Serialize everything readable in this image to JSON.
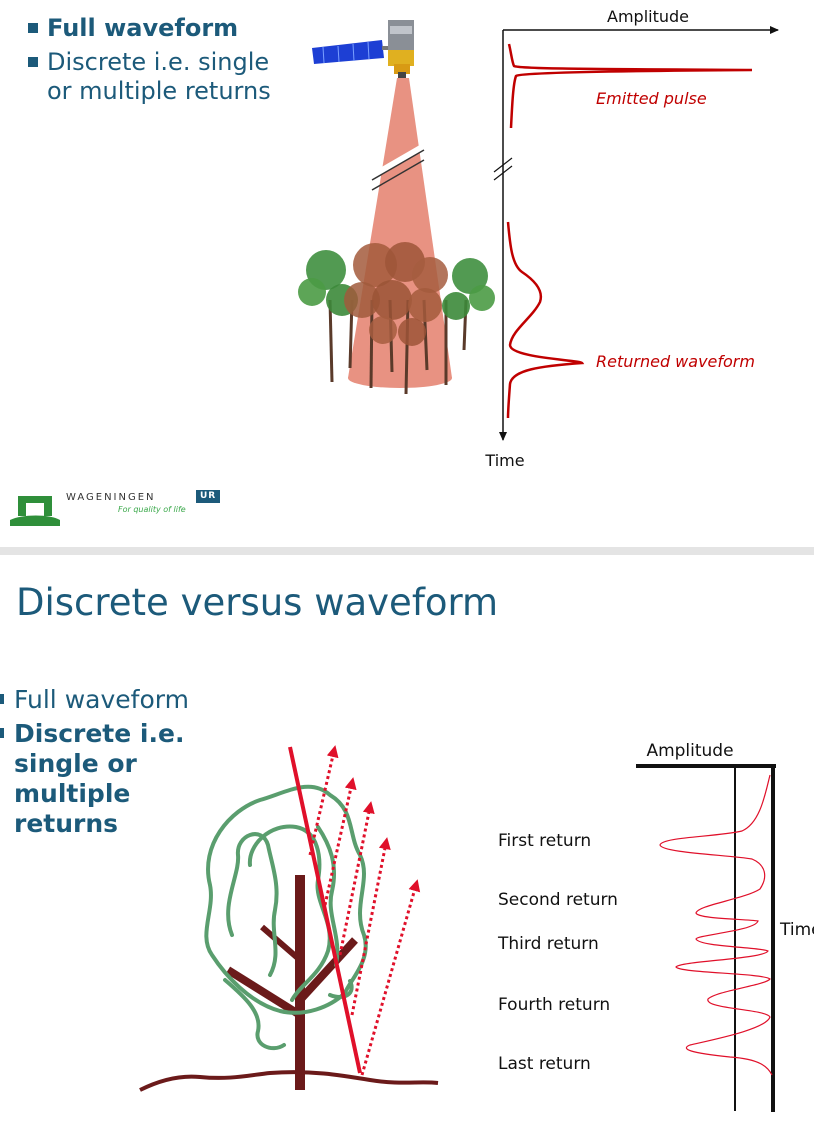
{
  "slide1": {
    "bullets": [
      "Full waveform",
      "Discrete i.e. single or multiple returns"
    ],
    "axis_amplitude": "Amplitude",
    "axis_time": "Time",
    "label_emitted": "Emitted pulse",
    "label_returned": "Returned waveform",
    "logo": {
      "name": "WAGENINGEN",
      "badge": "UR",
      "tagline": "For quality of life"
    }
  },
  "slide2": {
    "title": "Discrete versus waveform",
    "bullets": [
      "Full waveform",
      "Discrete i.e. single or multiple returns"
    ],
    "axis_amplitude": "Amplitude",
    "axis_time": "Time",
    "returns": [
      "First return",
      "Second return",
      "Third  return",
      "Fourth  return",
      "Last  return"
    ]
  },
  "colors": {
    "text_blue": "#1c5a7a",
    "signal_red": "#c00000",
    "tree_green": "#5a9e6e",
    "trunk_brown": "#6b1a1a"
  }
}
